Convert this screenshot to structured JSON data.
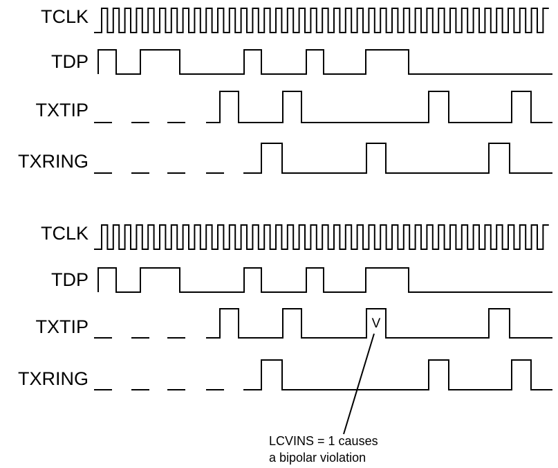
{
  "diagrams": [
    {
      "signals": [
        {
          "label": "TCLK",
          "kind": "clock"
        },
        {
          "label": "TDP",
          "kind": "wave"
        },
        {
          "label": "TXTIP",
          "kind": "wave"
        },
        {
          "label": "TXRING",
          "kind": "wave"
        }
      ]
    },
    {
      "signals": [
        {
          "label": "TCLK",
          "kind": "clock"
        },
        {
          "label": "TDP",
          "kind": "wave"
        },
        {
          "label": "TXTIP",
          "kind": "wave"
        },
        {
          "label": "TXRING",
          "kind": "wave"
        }
      ]
    }
  ],
  "violation_marker": "V",
  "note": {
    "line1": "LCVINS = 1 causes",
    "line2": "a bipolar violation"
  }
}
